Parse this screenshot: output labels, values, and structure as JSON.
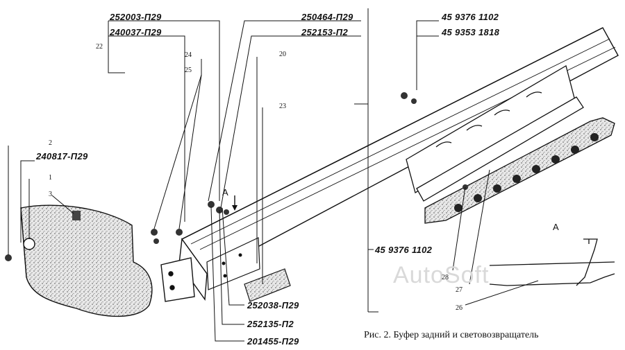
{
  "part_numbers": {
    "pn_252003": "252003-П29",
    "pn_240037": "240037-П29",
    "pn_250464": "250464-П29",
    "pn_252153": "252153-П2",
    "pn_4593761102_top": "45 9376 1102",
    "pn_4593531818": "45 9353 1818",
    "pn_240817": "240817-П29",
    "pn_4593761102_mid": "45 9376 1102",
    "pn_252038": "252038-П29",
    "pn_252135": "252135-П2",
    "pn_201455": "201455-П29"
  },
  "refs": {
    "r22": "22",
    "r24": "24",
    "r25": "25",
    "r20": "20",
    "r23": "23",
    "r2": "2",
    "r1": "1",
    "r3": "3",
    "r28": "28",
    "r27": "27",
    "r26": "26"
  },
  "view_labels": {
    "a_arrow": "А",
    "a_detail": "А"
  },
  "caption": "Рис. 2.  Буфер задний и световозвращатель",
  "watermark": "AutoSoft"
}
